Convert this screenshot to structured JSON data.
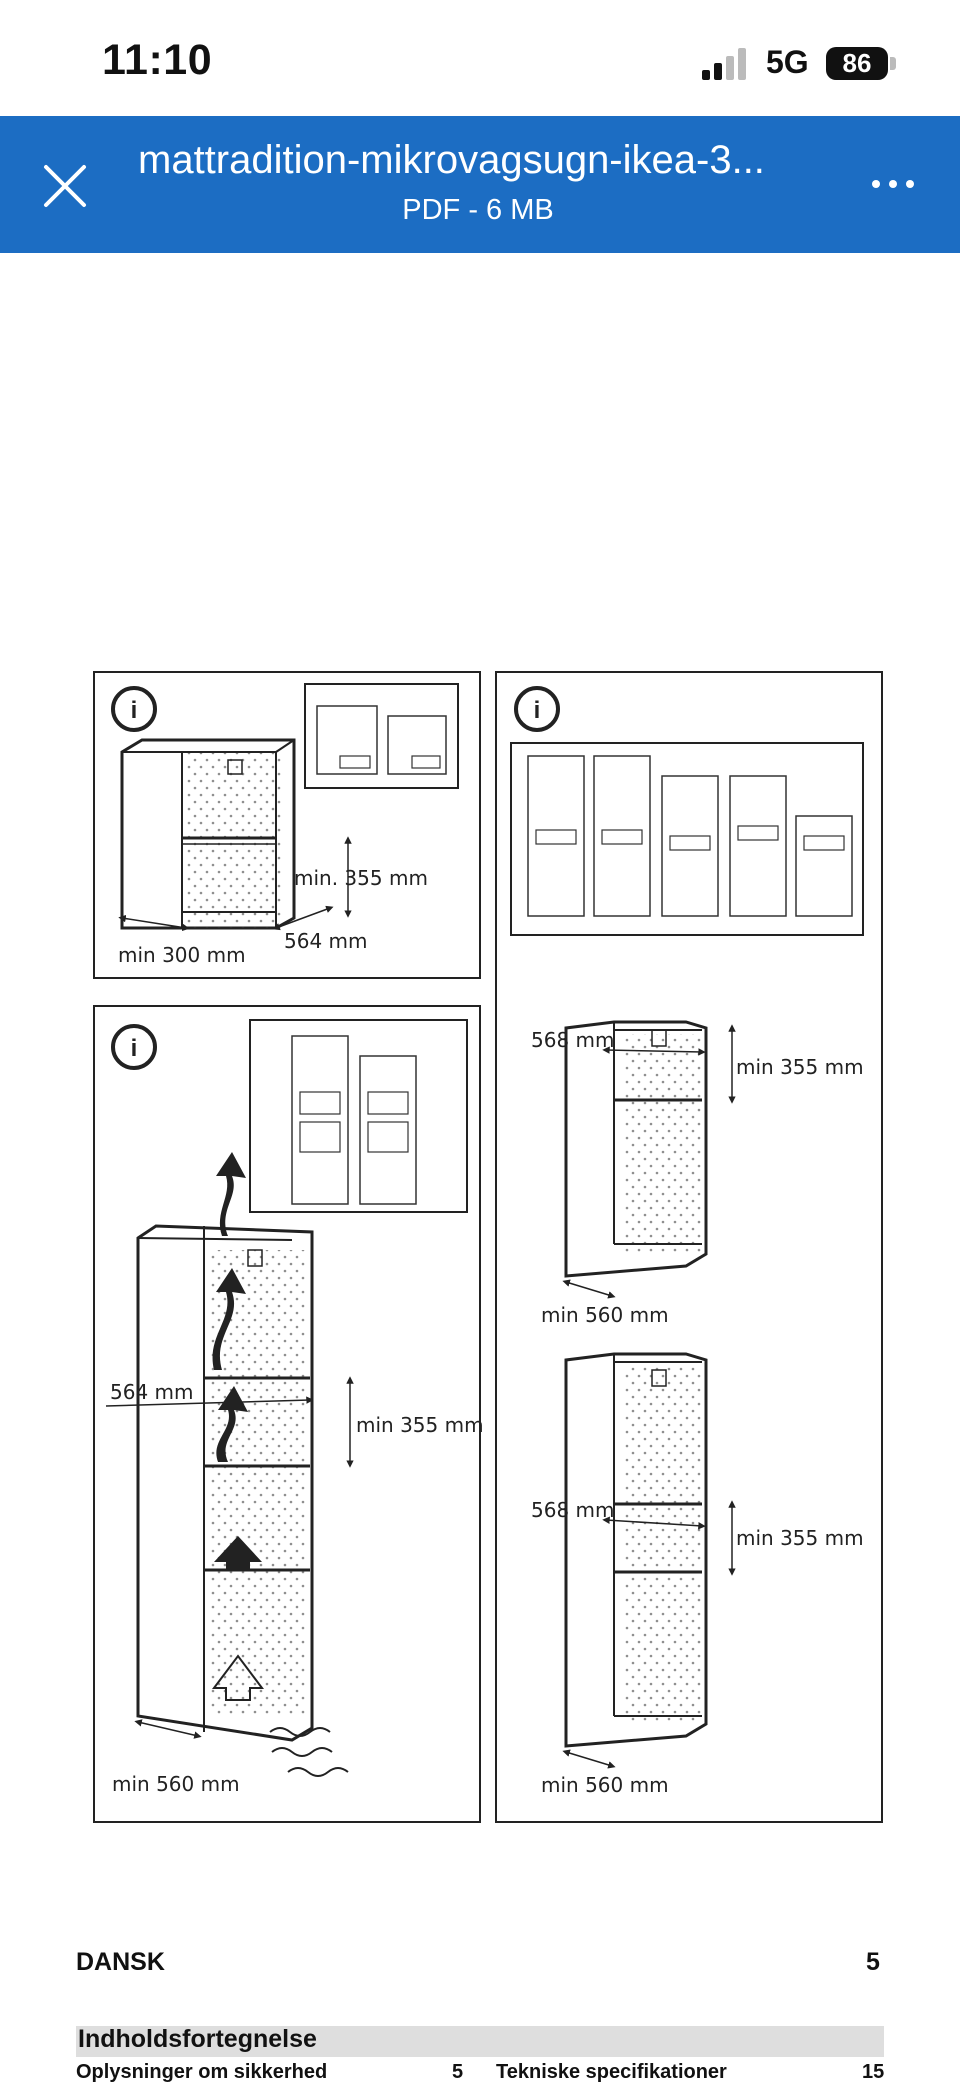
{
  "status_bar": {
    "time": "11:10",
    "network": "5G",
    "battery": "86"
  },
  "app_bar": {
    "title": "mattradition-mikrovagsugn-ikea-3...",
    "subtitle": "PDF - 6 MB"
  },
  "diagram": {
    "info_symbol": "i",
    "panel1": {
      "dim_depth": "564 mm",
      "dim_width": "min 300 mm",
      "dim_height": "min. 355 mm"
    },
    "panel2": {
      "dim_depth": "564 mm",
      "dim_height": "min 355 mm",
      "dim_width": "min 560 mm"
    },
    "panel3": {
      "top_cab": {
        "dim_depth": "568 mm",
        "dim_height": "min 355 mm",
        "dim_width": "min 560 mm"
      },
      "bottom_cab": {
        "dim_depth": "568 mm",
        "dim_height": "min 355 mm",
        "dim_width": "min 560 mm"
      }
    }
  },
  "footer": {
    "language": "DANSK",
    "page_number": "5"
  },
  "toc": {
    "heading": "Indholdsfortegnelse",
    "rows": [
      {
        "label": "Oplysninger om sikkerhed",
        "page": "5"
      },
      {
        "label": "Tekniske specifikationer",
        "page": "15"
      }
    ]
  }
}
